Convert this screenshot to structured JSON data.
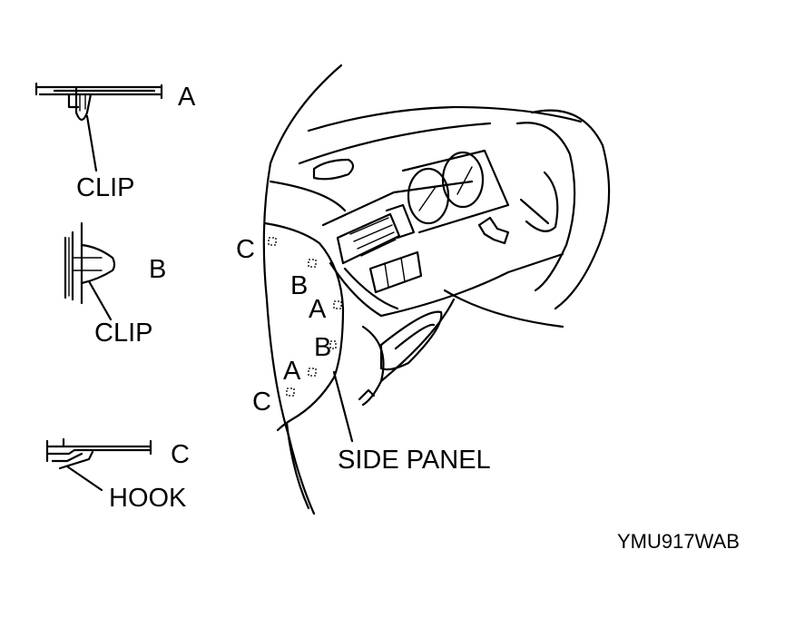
{
  "labels": {
    "clip_a": "A",
    "clip_a_caption": "CLIP",
    "clip_b": "B",
    "clip_b_caption": "CLIP",
    "hook_c": "C",
    "hook_c_caption": "HOOK",
    "panel_c_top": "C",
    "panel_b_1": "B",
    "panel_a_1": "A",
    "panel_b_2": "B",
    "panel_a_2": "A",
    "panel_c_bottom": "C",
    "side_panel": "SIDE PANEL",
    "figure_code": "YMU917WAB"
  }
}
